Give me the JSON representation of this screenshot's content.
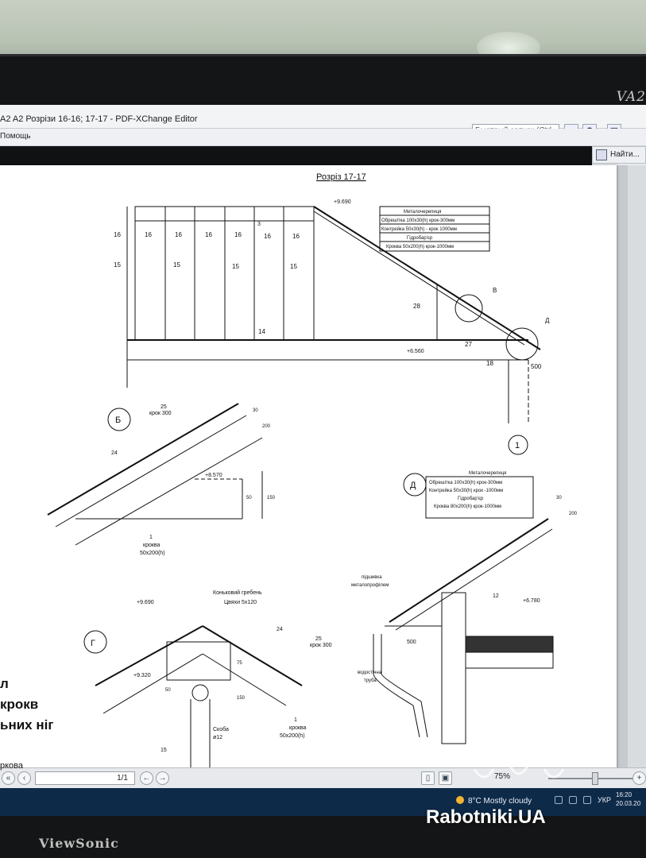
{
  "monitor": {
    "brand_top": "VA2",
    "brand_bottom": "ViewSonic"
  },
  "window": {
    "title": "A2 A2 Розрізи 16-16; 17-17 - PDF-XChange Editor",
    "quick_launch_placeholder": "Быстрый запуск (Ctrl...",
    "menu_help": "Помощь",
    "find_label": "Найти..."
  },
  "drawing": {
    "section_title": "Розріз 17-17",
    "main": {
      "elev_top": "+9.690",
      "elev_mid": "+6.560",
      "label_3": "3",
      "labels_16": [
        "16",
        "16",
        "16",
        "16",
        "16",
        "16",
        "16"
      ],
      "labels_15": [
        "15",
        "15",
        "15",
        "15"
      ],
      "label_14": "14",
      "label_28": "28",
      "label_27": "27",
      "label_18": "18",
      "dim_500": "500",
      "axis_1": "1",
      "callout_v": "В",
      "callout_d": "Д",
      "spec": [
        "Металочерепиця",
        "Обрешітка 100x30(h) крок-300мм",
        "Контрейка 50x30(h) - крок 1000мм",
        "Гідробар'єр",
        "Кроква 50x200(h) крок-1000мм"
      ]
    },
    "detail_b": {
      "tag": "Б",
      "label_25": "25",
      "step_300": "крок 300",
      "label_24": "24",
      "elev": "+8.570",
      "dim_30": "30",
      "dim_200": "200",
      "dim_50": "50",
      "dim_150": "150",
      "label_1": "1",
      "rafter": "кроква",
      "rafter_size": "50x200(h)"
    },
    "detail_d": {
      "tag": "Д",
      "spec": [
        "Металочерепиця",
        "Обрешітка 100x30(h) крок-300мм",
        "Контрейка 50x30(h) крок -1000мм",
        "Гідробар'єр",
        "Кроква 80x200(h) крок-1000мм"
      ],
      "soffit_1": "підшивка",
      "soffit_2": "металопрофілем",
      "label_12": "12",
      "elev": "+6.780",
      "dim_500": "500",
      "pipe_1": "водостічна",
      "pipe_2": "труба",
      "dim_30": "30",
      "dim_200": "200"
    },
    "detail_g": {
      "tag": "Г",
      "ridge": "Коньковий гребень",
      "nails": "Цвяхи 5x120",
      "elev_top": "+9.690",
      "elev_low": "+9.320",
      "label_24": "24",
      "label_25": "25",
      "step_300": "крок 300",
      "bracket": "Скоба",
      "bracket_d": "ø12",
      "label_1": "1",
      "rafter": "кроква",
      "rafter_size": "50x200(h)",
      "label_15": "15",
      "dim_75": "75",
      "dim_150": "150",
      "dim_50": "50"
    },
    "side_text": [
      "л",
      "крокв",
      "ьних ніг"
    ],
    "side_text_small": "ркова"
  },
  "status": {
    "page": "1/1",
    "zoom": "75%"
  },
  "taskbar": {
    "weather": "8°C  Mostly cloudy",
    "lang": "УКР",
    "time": "16:20",
    "date": "20.03.20"
  },
  "watermark": "Rabotniki.UA",
  "colors": {
    "page": "#ffffff",
    "taskbar": "#0e2a49",
    "line": "#111111"
  }
}
